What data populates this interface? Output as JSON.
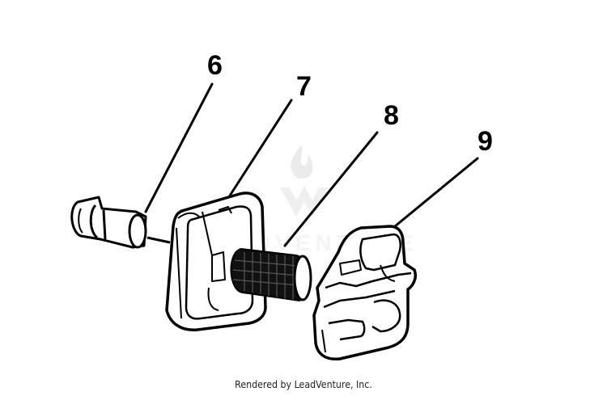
{
  "diagram": {
    "callouts": {
      "part6": "6",
      "part7": "7",
      "part8": "8",
      "part9": "9"
    },
    "watermark": "LEADVENTURE",
    "line_color": "#000000",
    "watermark_color": "#e6e6e6"
  },
  "footer": {
    "credit": "Rendered by LeadVenture, Inc."
  }
}
